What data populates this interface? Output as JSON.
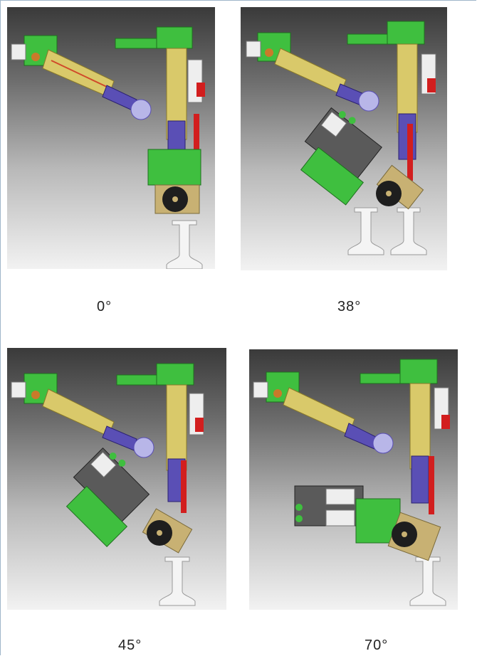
{
  "figures": [
    {
      "angle_label": "0°",
      "rotation_deg": 0
    },
    {
      "angle_label": "38°",
      "rotation_deg": 38
    },
    {
      "angle_label": "45°",
      "rotation_deg": 45
    },
    {
      "angle_label": "70°",
      "rotation_deg": 70
    }
  ],
  "colors": {
    "arm_green": "#3fbf3f",
    "column_yellow": "#d9c96a",
    "piston_blue": "#5a4fb5",
    "bracket_red": "#d21e1e",
    "wheel_black": "#1e1e1e",
    "base_tan": "#c8b173",
    "rail_white": "#f4f4f4"
  }
}
